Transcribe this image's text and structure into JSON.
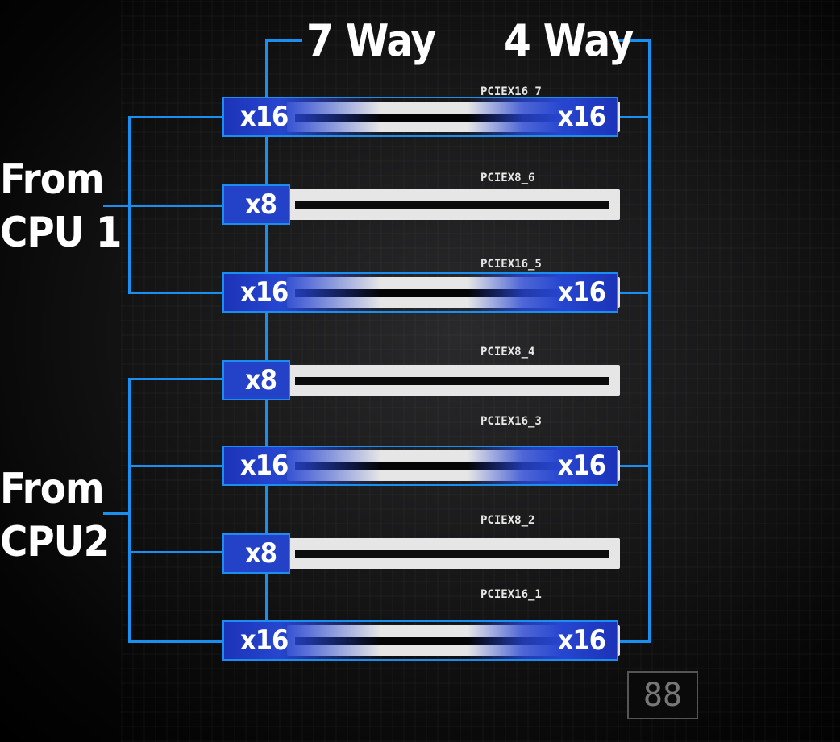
{
  "headers": {
    "seven_way": "7 Way",
    "four_way": "4 Way"
  },
  "cpu_groups": [
    {
      "line1": "From",
      "line2": "CPU 1"
    },
    {
      "line1": "From",
      "line2": "CPU2"
    }
  ],
  "slots": [
    {
      "name": "PCIEX16_7",
      "left": "x16",
      "right": "x16"
    },
    {
      "name": "PCIEX8_6",
      "left": "x8"
    },
    {
      "name": "PCIEX16_5",
      "left": "x16",
      "right": "x16"
    },
    {
      "name": "PCIEX8_4",
      "left": "x8"
    },
    {
      "name": "PCIEX16_3",
      "left": "x16",
      "right": "x16"
    },
    {
      "name": "PCIEX8_2",
      "left": "x8"
    },
    {
      "name": "PCIEX16_1",
      "left": "x16",
      "right": "x16"
    }
  ],
  "colors": {
    "accent": "#1a8ff0",
    "slot_fill": "#2442c8"
  }
}
